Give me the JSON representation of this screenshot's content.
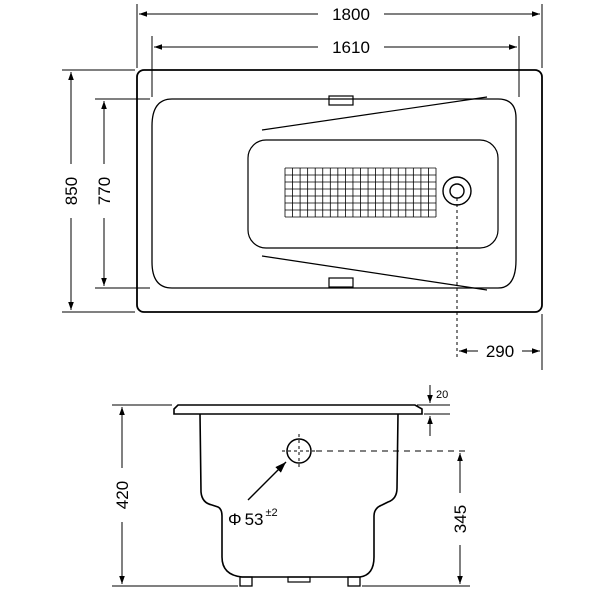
{
  "colors": {
    "line": "#000000",
    "background": "#ffffff"
  },
  "top_view": {
    "overall_length": "1800",
    "inner_length": "1610",
    "overall_width": "850",
    "inner_width": "770",
    "drain_offset": "290"
  },
  "side_view": {
    "height": "420",
    "rim_thickness": "20",
    "drain_height": "345",
    "drain_diameter": {
      "symbol": "Φ",
      "value": "53",
      "tolerance": "±2"
    }
  }
}
